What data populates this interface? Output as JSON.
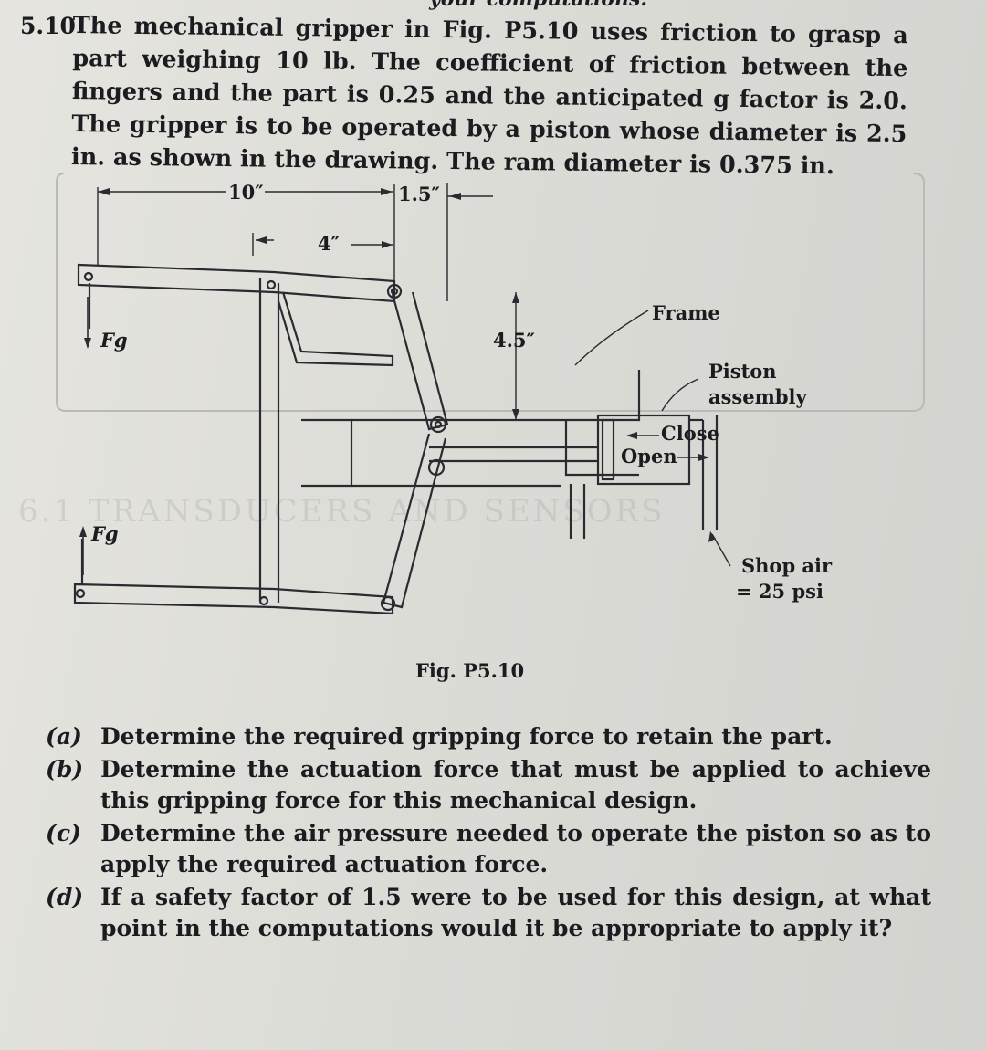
{
  "header_fragment": "your computations.",
  "problem": {
    "number": "5.10",
    "text": "The mechanical gripper in Fig. P5.10 uses friction to grasp a part weighing 10 lb. The coefficient of friction between the fingers and the part is 0.25 and the anticipated g factor is 2.0. The gripper is to be operated by a piston whose diameter is 2.5 in. as shown in the drawing. The ram diameter is 0.375 in."
  },
  "figure": {
    "dim_10": "10″",
    "dim_1_5": "1.5″",
    "dim_4": "4″",
    "dim_4_5": "4.5″",
    "fg_top": "Fg",
    "fg_bottom": "Fg",
    "frame": "Frame",
    "piston_assembly_line1": "Piston",
    "piston_assembly_line2": "assembly",
    "close": "Close",
    "open": "Open",
    "shop_air_line1": "Shop air",
    "shop_air_line2": "= 25 psi",
    "caption": "Fig. P5.10"
  },
  "parts": [
    {
      "label": "(a)",
      "text": "Determine the required gripping force to retain the part."
    },
    {
      "label": "(b)",
      "text": "Determine the actuation force that must be applied to achieve this gripping force for this mechanical design."
    },
    {
      "label": "(c)",
      "text": "Determine the air pressure needed to operate the piston so as to apply the required actuation force."
    },
    {
      "label": "(d)",
      "text": "If a safety factor of 1.5 were to be used for this design, at what point in the computations would it be appropriate to apply it?"
    }
  ]
}
